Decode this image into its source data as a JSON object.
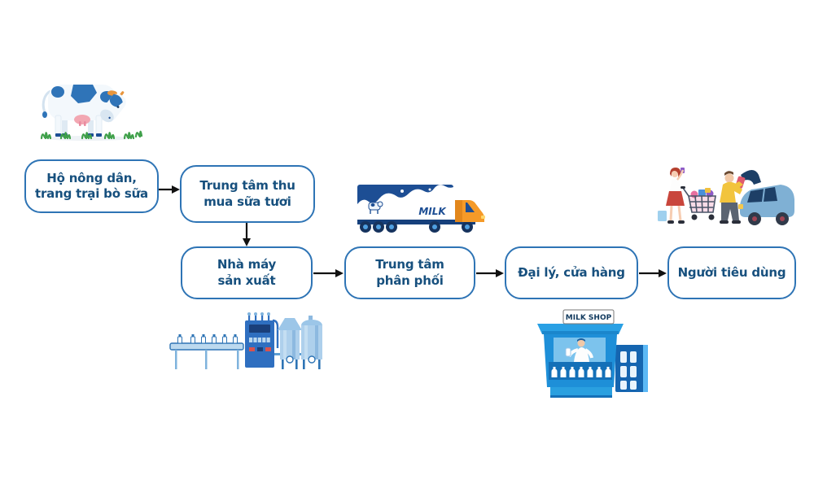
{
  "diagram_title": "Milk supply chain flow",
  "nodes": [
    {
      "id": "farm",
      "label": "Hộ nông dân,\ntrang trại bò sữa"
    },
    {
      "id": "collection",
      "label": "Trung tâm thu\nmua sữa tươi"
    },
    {
      "id": "factory",
      "label": "Nhà máy\nsản xuất"
    },
    {
      "id": "distribution",
      "label": "Trung tâm\nphân phối"
    },
    {
      "id": "retail",
      "label": "Đại lý, cửa hàng"
    },
    {
      "id": "consumer",
      "label": "Người tiêu dùng"
    }
  ],
  "flows": [
    "farm → collection",
    "collection ↓ factory",
    "factory → distribution",
    "distribution → retail",
    "retail → consumer"
  ],
  "illustrations": {
    "cow": "dairy-cow-grazing-illustration",
    "truck": "milk-truck-illustration",
    "truck_text": "MILK",
    "factory": "milk-production-line-illustration",
    "shop": "milk-shop-kiosk-illustration",
    "shop_sign_text": "MILK SHOP",
    "consumers": "shoppers-loading-car-illustration"
  },
  "colors": {
    "box_border": "#2e74b5",
    "box_text": "#17507e",
    "arrow": "#111111",
    "spot_blue": "#2f74b8",
    "truck_trailer_blue": "#1d4e94",
    "truck_cab_orange": "#f59a28",
    "factory_blue": "#2f6fc0",
    "factory_light_blue": "#aed0ec",
    "shop_blue": "#1e8fd8",
    "grass_green": "#3fa04a"
  }
}
